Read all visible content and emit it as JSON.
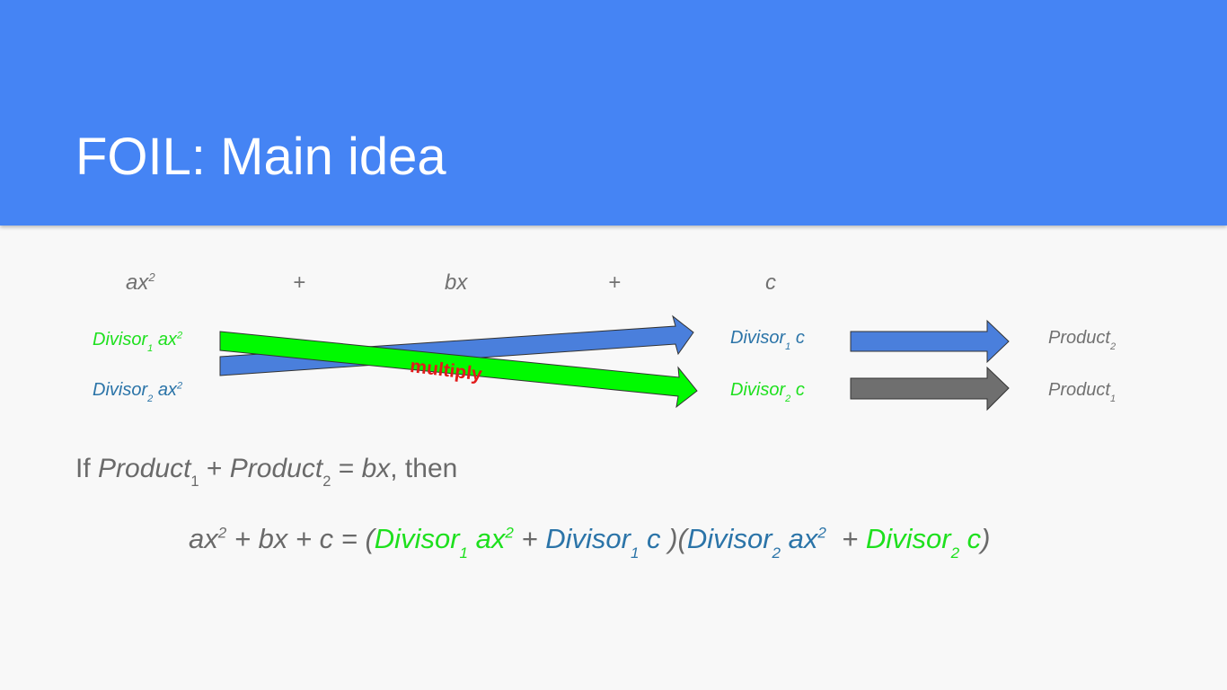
{
  "slide": {
    "title": "FOIL: Main idea"
  },
  "terms": {
    "t1_base": "ax",
    "t1_exp": "2",
    "plus1": "+",
    "t2": "bx",
    "plus2": "+",
    "t3": "c"
  },
  "left": {
    "d1_word": "Divisor",
    "d1_sub": "1",
    "d1_term": "ax",
    "d1_exp": "2",
    "d2_word": "Divisor",
    "d2_sub": "2",
    "d2_term": "ax",
    "d2_exp": "2"
  },
  "middle": {
    "d1_word": "Divisor",
    "d1_sub": "1",
    "d1_term": "c",
    "d2_word": "Divisor",
    "d2_sub": "2",
    "d2_term": "c"
  },
  "right": {
    "p2_word": "Product",
    "p2_sub": "2",
    "p1_word": "Product",
    "p1_sub": "1"
  },
  "arrow_label": "multiply",
  "condition": {
    "prefix": "If ",
    "p1_word": "Product",
    "p1_sub": "1",
    "plus": " + ",
    "p2_word": "Product",
    "p2_sub": "2",
    "eq": " = ",
    "bx": "bx",
    "suffix": ", then"
  },
  "formula": {
    "lhs_ax": "ax",
    "lhs_exp": "2",
    "lhs_rest": " + bx + c = (",
    "f1_d1_word": "Divisor",
    "f1_d1_sub": "1",
    "f1_d1_term": " ax",
    "f1_d1_exp": "2",
    "f1_plus": " + ",
    "f1_d2_word": "Divisor",
    "f1_d2_sub": "1",
    "f1_d2_term": " c",
    "mid": " )(",
    "f2_d1_word": "Divisor",
    "f2_d1_sub": "2",
    "f2_d1_term": " ax",
    "f2_d1_exp": "2",
    "f2_plus": "  + ",
    "f2_d2_word": "Divisor",
    "f2_d2_sub": "2",
    "f2_d2_term": " c",
    "close": ")"
  },
  "colors": {
    "header": "#4584f4",
    "green": "#1ee01e",
    "blue": "#2b74a8",
    "arrow_blue": "#4a7fdc",
    "arrow_gray": "#6f6f6f",
    "red": "#e21b1b"
  }
}
